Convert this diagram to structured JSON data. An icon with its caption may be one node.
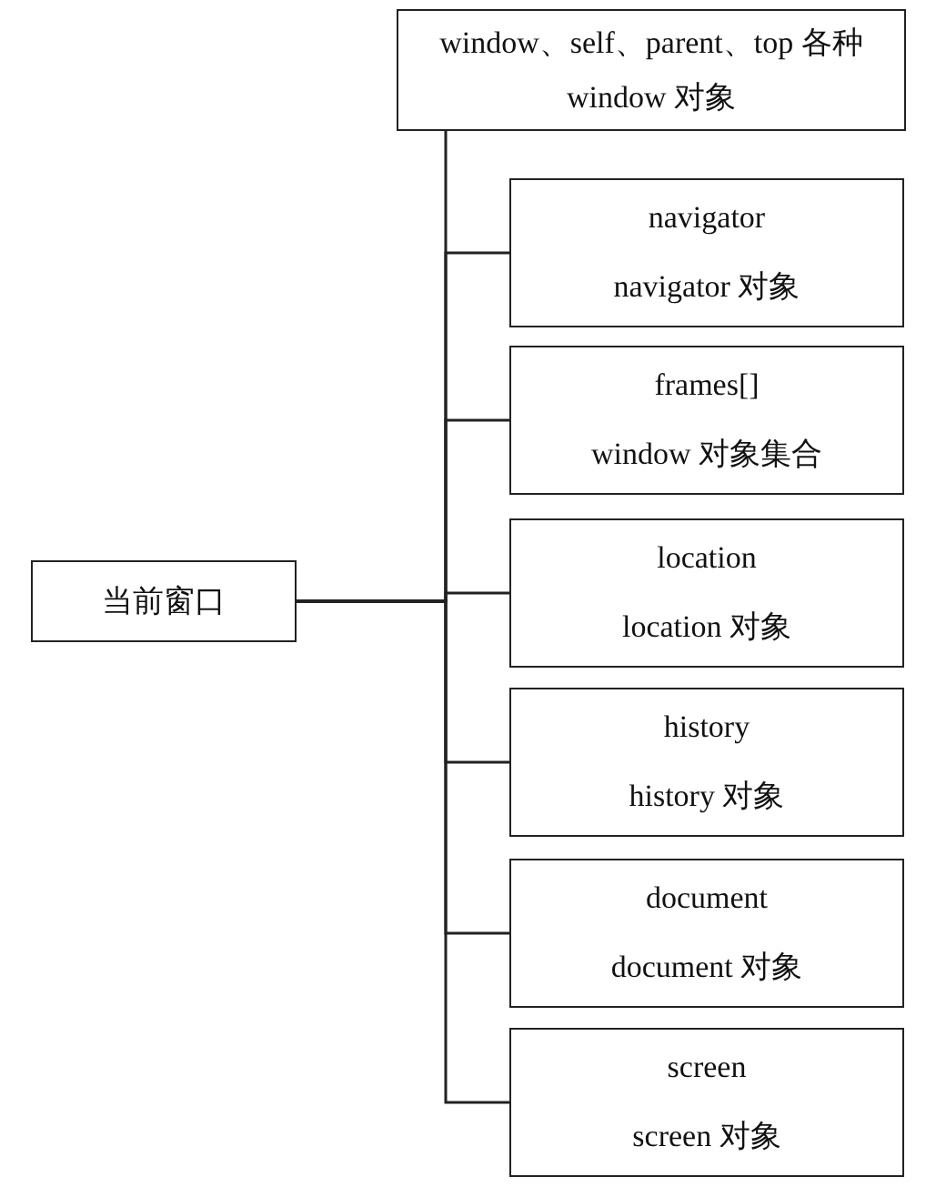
{
  "diagram": {
    "nodes": [
      {
        "text": [
          "当前窗口"
        ]
      },
      {
        "text": [
          "window、self、parent、top 各种 window 对象"
        ]
      },
      {
        "text": [
          "navigator",
          "navigator 对象"
        ]
      },
      {
        "text": [
          "frames[]",
          "window 对象集合"
        ]
      },
      {
        "text": [
          "location",
          "location 对象"
        ]
      },
      {
        "text": [
          "history",
          "history 对象"
        ]
      },
      {
        "text": [
          "document",
          "document 对象"
        ]
      },
      {
        "text": [
          "screen",
          "screen 对象"
        ]
      }
    ],
    "edges": [
      {
        "from": 0,
        "to": 1,
        "arrow": "none"
      },
      {
        "from": 0,
        "to": 2,
        "arrow": "none"
      },
      {
        "from": 0,
        "to": 3,
        "arrow": "none"
      },
      {
        "from": 0,
        "to": 4,
        "arrow": "none"
      },
      {
        "from": 0,
        "to": 5,
        "arrow": "none"
      },
      {
        "from": 0,
        "to": 6,
        "arrow": "none"
      },
      {
        "from": 0,
        "to": 7,
        "arrow": "none"
      }
    ]
  }
}
